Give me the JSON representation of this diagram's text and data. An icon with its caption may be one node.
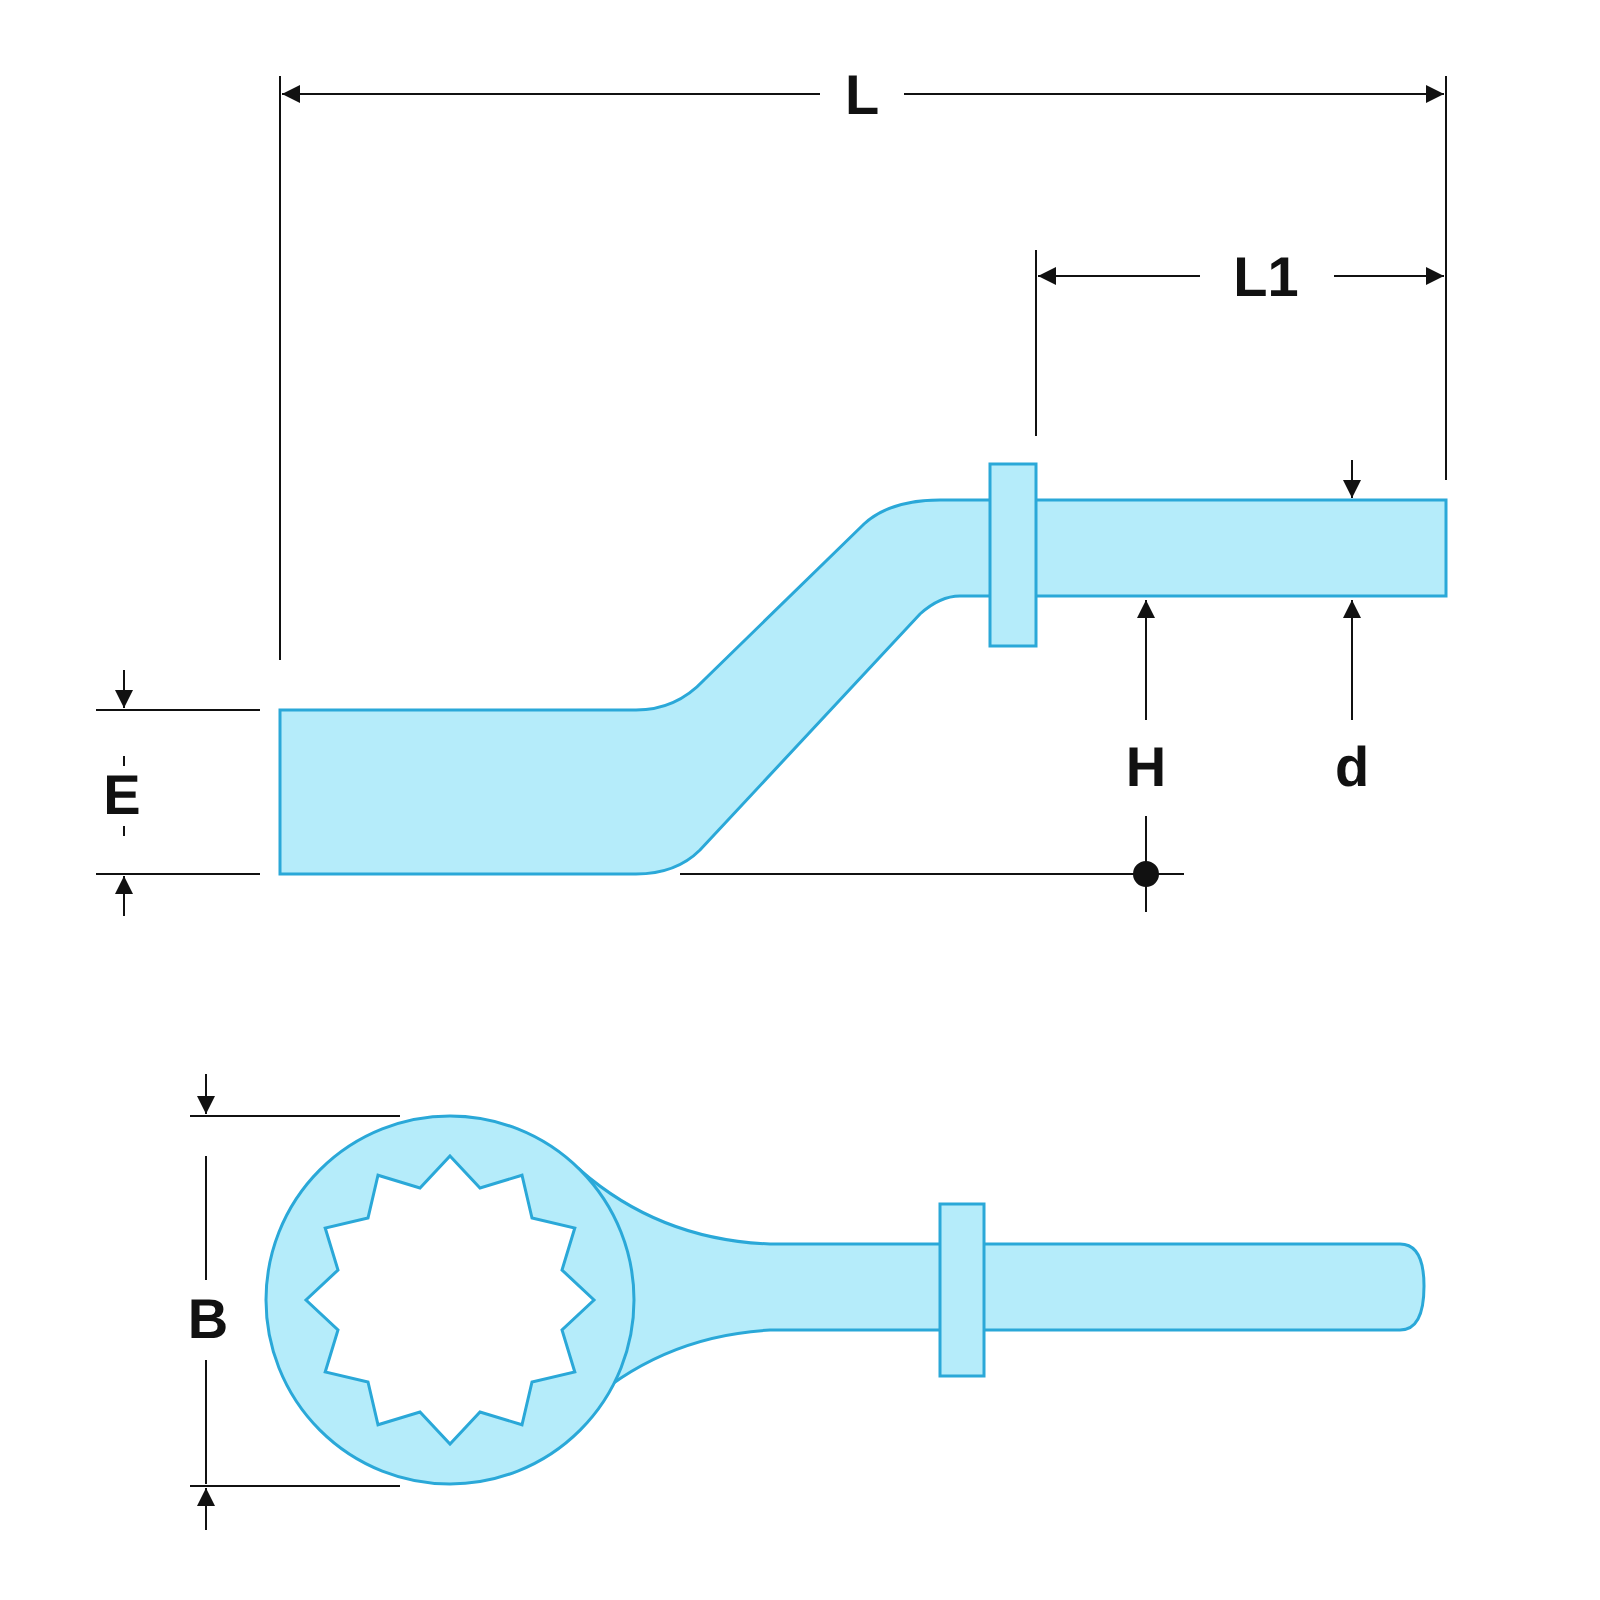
{
  "diagram": {
    "labels": [
      "L",
      "L1",
      "E",
      "H",
      "d",
      "B"
    ]
  }
}
